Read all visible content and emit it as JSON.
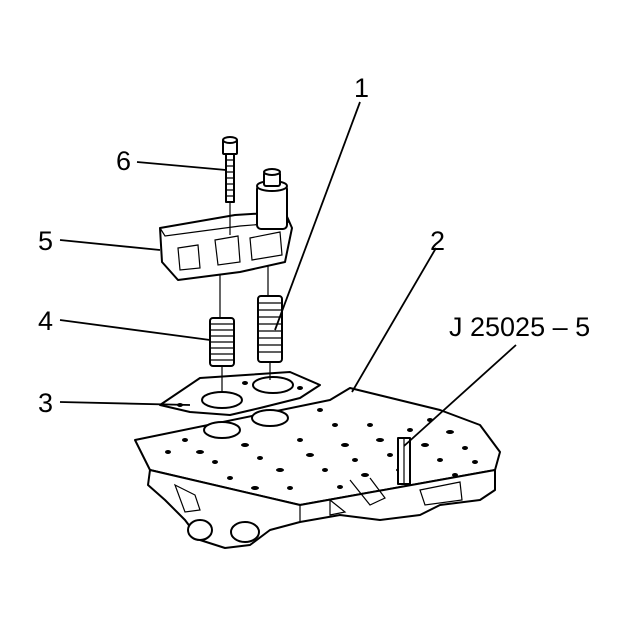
{
  "callouts": [
    {
      "id": "1",
      "text": "1"
    },
    {
      "id": "2",
      "text": "2"
    },
    {
      "id": "3",
      "text": "3"
    },
    {
      "id": "4",
      "text": "4"
    },
    {
      "id": "5",
      "text": "5"
    },
    {
      "id": "6",
      "text": "6"
    },
    {
      "id": "tool",
      "text": "J 25025 – 5"
    }
  ]
}
